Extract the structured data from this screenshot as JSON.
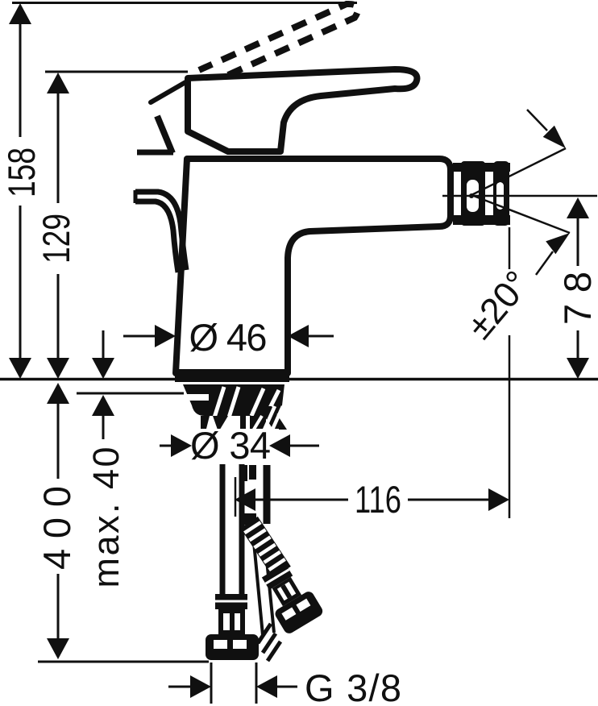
{
  "drawing": {
    "type": "faucet-technical-dimension-drawing",
    "dims": {
      "height_total": "158",
      "height_to_handle": "129",
      "hose_length": "400",
      "max_mounting_thickness": "max. 40",
      "body_diameter": "Ø 46",
      "shank_diameter": "Ø 34",
      "reach": "116",
      "outlet_height": "78",
      "spray_angle": "±20°",
      "thread": "G 3/8"
    },
    "colors": {
      "ink": "#101010",
      "background": "#ffffff"
    }
  }
}
